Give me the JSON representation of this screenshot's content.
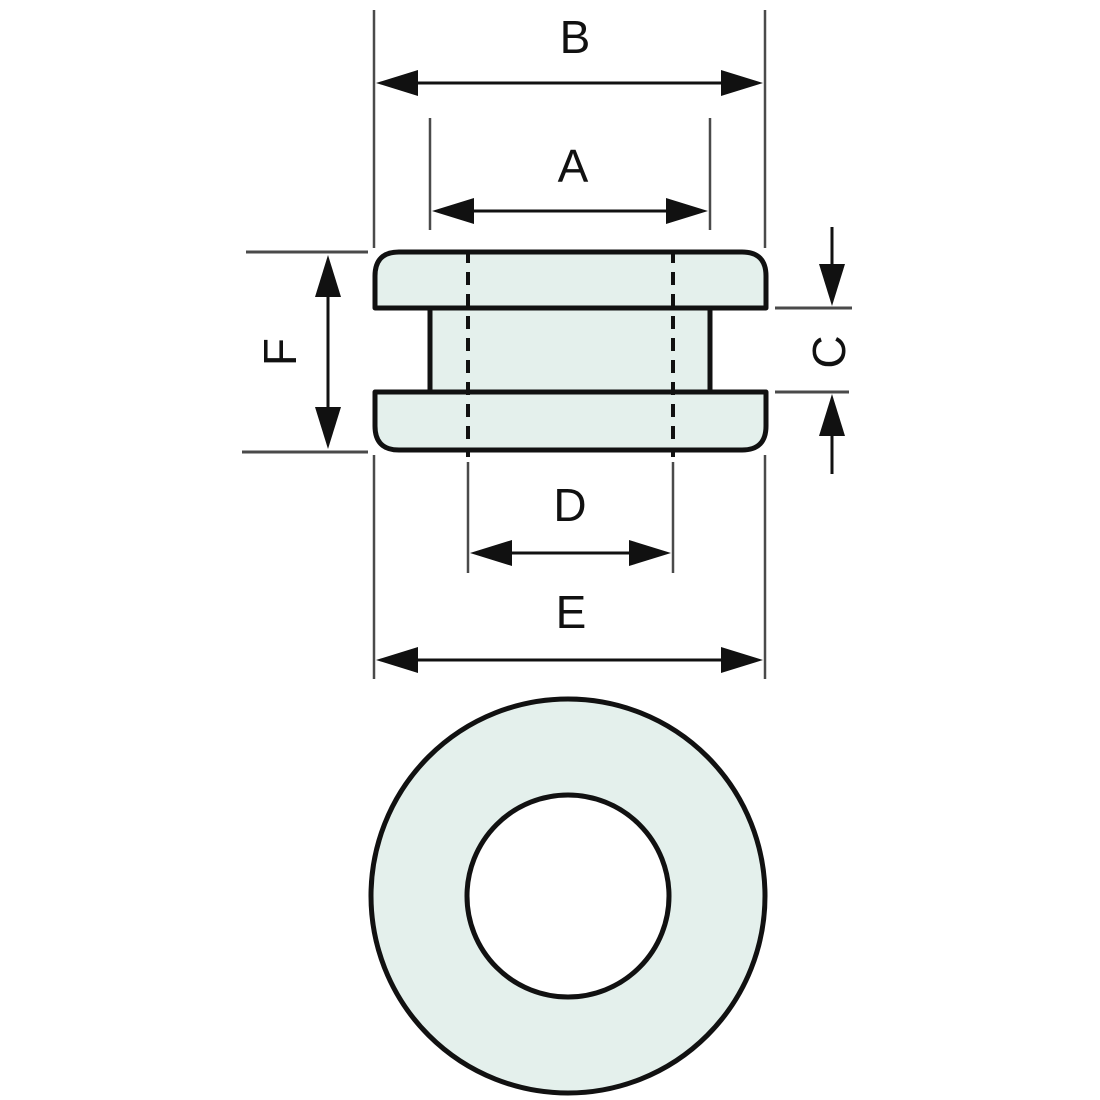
{
  "diagram": {
    "kind": "grommet-dimension-drawing",
    "views": {
      "side_view": "cross-section",
      "top_view": "plan"
    },
    "labels": {
      "a": "A",
      "b": "B",
      "c": "C",
      "d": "D",
      "e": "E",
      "f": "F"
    }
  },
  "colors": {
    "background": "#ffffff",
    "part_fill": "#e4f0ec",
    "outline": "#111111",
    "dimension": "#111111",
    "extension": "#4a4a4a",
    "label": "#111111"
  }
}
